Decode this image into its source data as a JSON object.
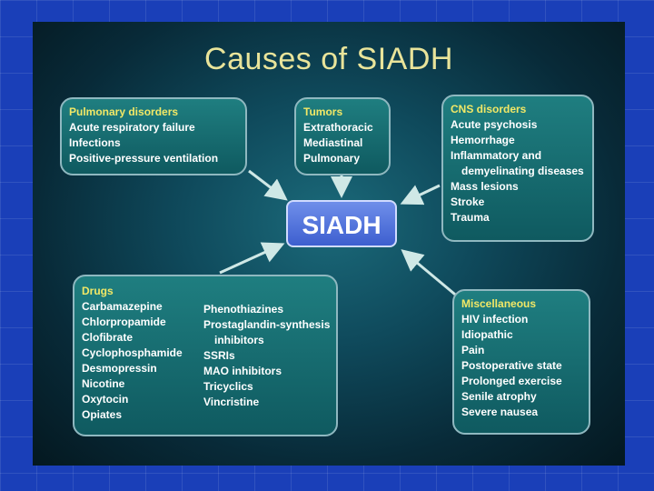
{
  "title": "Causes of SIADH",
  "center": "SIADH",
  "pulmonary": {
    "title": "Pulmonary disorders",
    "items": [
      "Acute respiratory failure",
      "Infections",
      "Positive-pressure ventilation"
    ]
  },
  "tumors": {
    "title": "Tumors",
    "items": [
      "Extrathoracic",
      "Mediastinal",
      "Pulmonary"
    ]
  },
  "cns": {
    "title": "CNS disorders",
    "items": [
      "Acute psychosis",
      "Hemorrhage",
      "Inflammatory and",
      "demyelinating diseases",
      "Mass lesions",
      "Stroke",
      "Trauma"
    ]
  },
  "drugs": {
    "title": "Drugs",
    "col1": [
      "Carbamazepine",
      "Chlorpropamide",
      "Clofibrate",
      "Cyclophosphamide",
      "Desmopressin",
      "Nicotine",
      "Oxytocin",
      "Opiates"
    ],
    "col2": [
      "Phenothiazines",
      "Prostaglandin-synthesis",
      "inhibitors",
      "SSRIs",
      "MAO inhibitors",
      "Tricyclics",
      "Vincristine"
    ]
  },
  "misc": {
    "title": "Miscellaneous",
    "items": [
      "HIV infection",
      "Idiopathic",
      "Pain",
      "Postoperative state",
      "Prolonged exercise",
      "Senile atrophy",
      "Severe nausea"
    ]
  },
  "colors": {
    "title": "#e9e49a",
    "box_title": "#f2e866",
    "arrow": "#cfe8e6",
    "center": "#4a6bd6"
  }
}
